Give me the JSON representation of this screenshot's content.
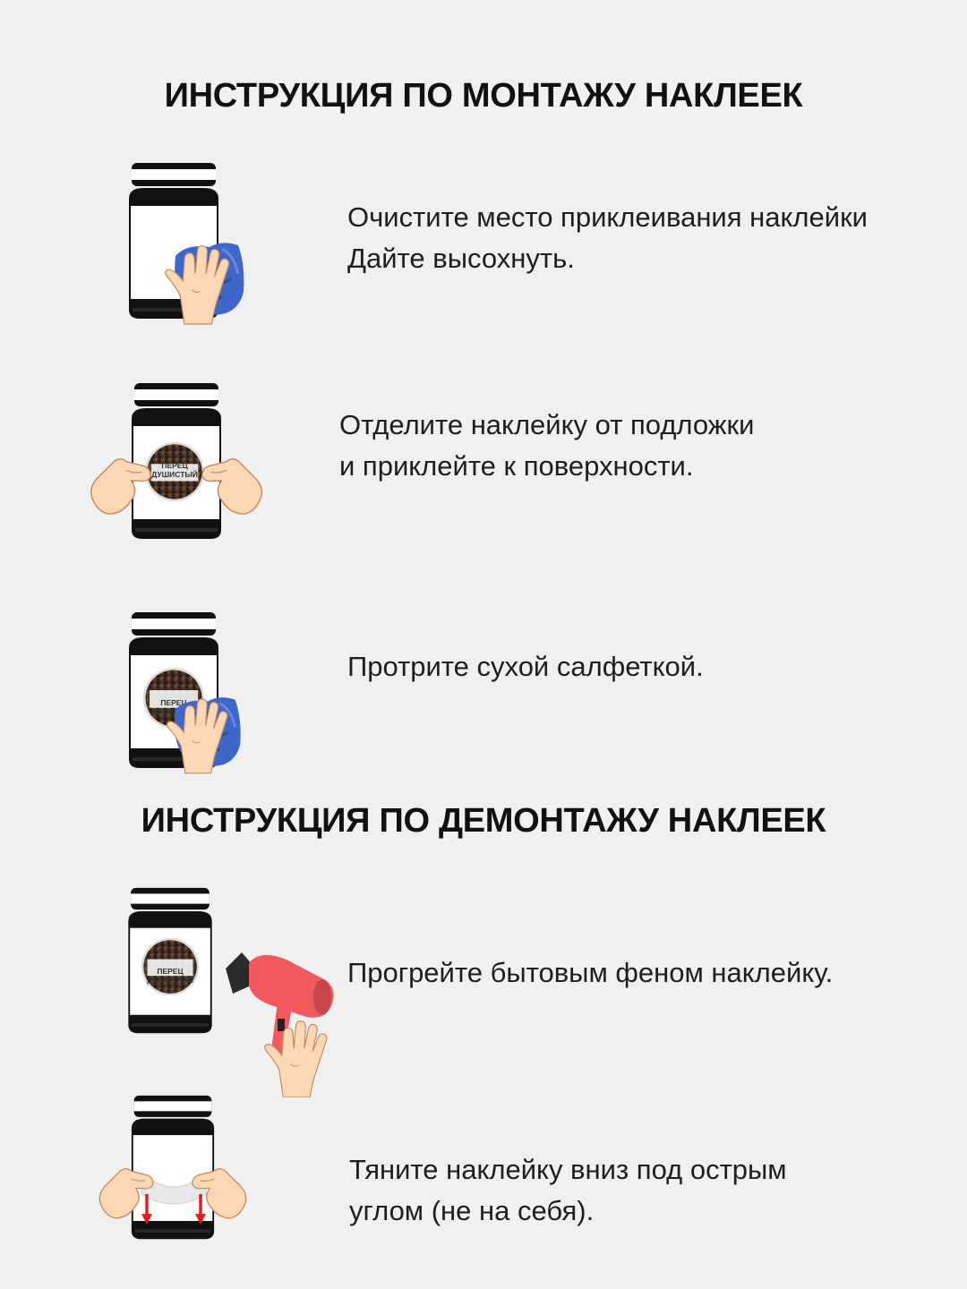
{
  "mounting": {
    "title": "ИНСТРУКЦИЯ ПО МОНТАЖУ НАКЛЕЕК",
    "steps": [
      {
        "line1": "Очистите место приклеивания наклейки",
        "line2": "Дайте высохнуть."
      },
      {
        "line1": "Отделите наклейку от подложки",
        "line2": "и приклейте к поверхности."
      },
      {
        "line1": "Протрите сухой салфеткой."
      }
    ]
  },
  "dismounting": {
    "title": "ИНСТРУКЦИЯ ПО ДЕМОНТАЖУ НАКЛЕЕК",
    "steps": [
      {
        "line1": "Прогрейте бытовым феном наклейку."
      },
      {
        "line1": "Тяните наклейку вниз под острым",
        "line2": "углом (не на себя)."
      }
    ]
  },
  "sticker": {
    "line1": "ПЕРЕЦ",
    "line2": "ДУШИСТЫЙ"
  },
  "colors": {
    "background": "#f0f0f0",
    "jar": "#111111",
    "cloth": "#3f66c9",
    "skin": "#fbd7b3",
    "dryer": "#f05a5f",
    "arrow": "#e21b1b"
  },
  "icons": [
    "jar-icon",
    "cloth-icon",
    "hand-icon",
    "hair-dryer-icon",
    "arrow-down-icon",
    "sticker-icon"
  ]
}
